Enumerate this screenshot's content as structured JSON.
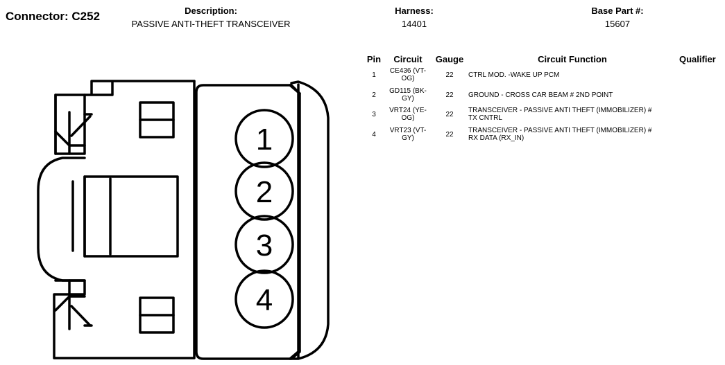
{
  "connector": {
    "title": "Connector: C252"
  },
  "description": {
    "label": "Description:",
    "value": "PASSIVE ANTI-THEFT TRANSCEIVER"
  },
  "harness": {
    "label": "Harness:",
    "value": "14401"
  },
  "base_part": {
    "label": "Base Part #:",
    "value": "15607"
  },
  "table": {
    "headers": {
      "pin": "Pin",
      "circuit": "Circuit",
      "gauge": "Gauge",
      "function": "Circuit Function",
      "qualifier": "Qualifier"
    },
    "rows": [
      {
        "pin": "1",
        "circuit_l1": "CE436 (VT-",
        "circuit_l2": "OG)",
        "gauge": "22",
        "function_l1": "CTRL MOD. -WAKE UP PCM",
        "function_l2": ""
      },
      {
        "pin": "2",
        "circuit_l1": "GD115 (BK-",
        "circuit_l2": "GY)",
        "gauge": "22",
        "function_l1": "GROUND - CROSS CAR BEAM # 2ND POINT",
        "function_l2": ""
      },
      {
        "pin": "3",
        "circuit_l1": "VRT24 (YE-",
        "circuit_l2": "OG)",
        "gauge": "22",
        "function_l1": "TRANSCEIVER - PASSIVE ANTI THEFT (IMMOBILIZER) #",
        "function_l2": "TX CNTRL"
      },
      {
        "pin": "4",
        "circuit_l1": "VRT23 (VT-",
        "circuit_l2": "GY)",
        "gauge": "22",
        "function_l1": "TRANSCEIVER - PASSIVE ANTI THEFT (IMMOBILIZER) #",
        "function_l2": "RX DATA (RX_IN)"
      }
    ]
  },
  "diagram": {
    "pin_labels": [
      "1",
      "2",
      "3",
      "4"
    ]
  }
}
